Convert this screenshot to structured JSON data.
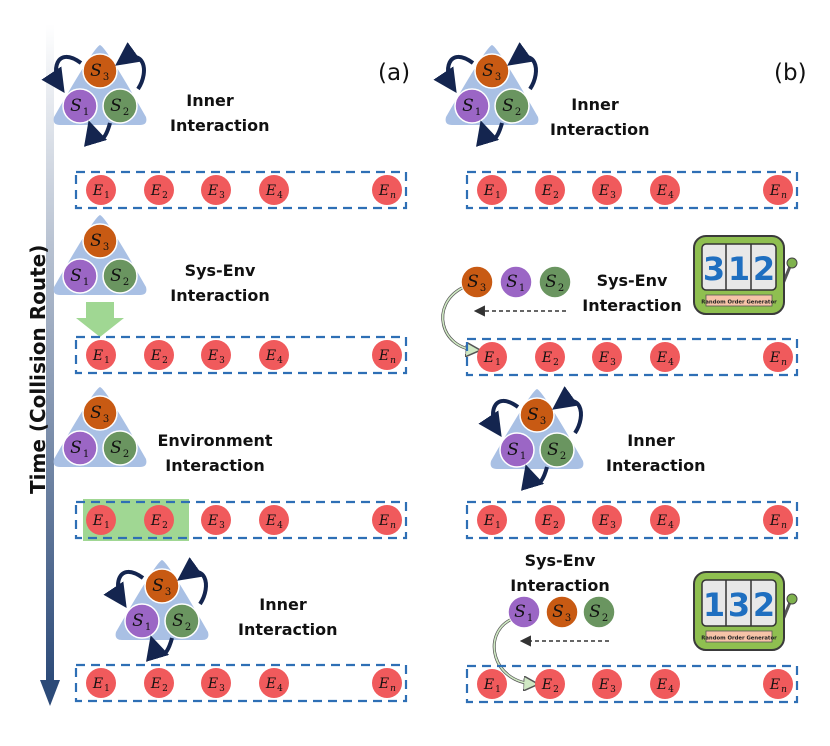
{
  "axis_label": "Time (Collision Route)",
  "panels": {
    "a": "(a)",
    "b": "(b)"
  },
  "labels": {
    "inner": [
      "Inner",
      "Interaction"
    ],
    "sys_env": [
      "Sys-Env",
      "Interaction"
    ],
    "environment": [
      "Environment",
      "Interaction"
    ]
  },
  "systems": {
    "s1": "1",
    "s2": "2",
    "s3": "3"
  },
  "environment": [
    "1",
    "2",
    "3",
    "4",
    "n"
  ],
  "generators": [
    {
      "digits": [
        "3",
        "1",
        "2"
      ],
      "caption": "Random Order Generator"
    },
    {
      "digits": [
        "1",
        "3",
        "2"
      ],
      "caption": "Random Order Generator"
    }
  ],
  "colors": {
    "s1": "#9b66c5",
    "s2": "#6a9560",
    "s3": "#c85a13",
    "env": "#f05a5c",
    "triangle": "#a9c0e4",
    "dashed_box": "#2e6fb5",
    "arrow_dark": "#14254f",
    "green_highlight": "#8fd080",
    "digit": "#1f6fc0"
  }
}
